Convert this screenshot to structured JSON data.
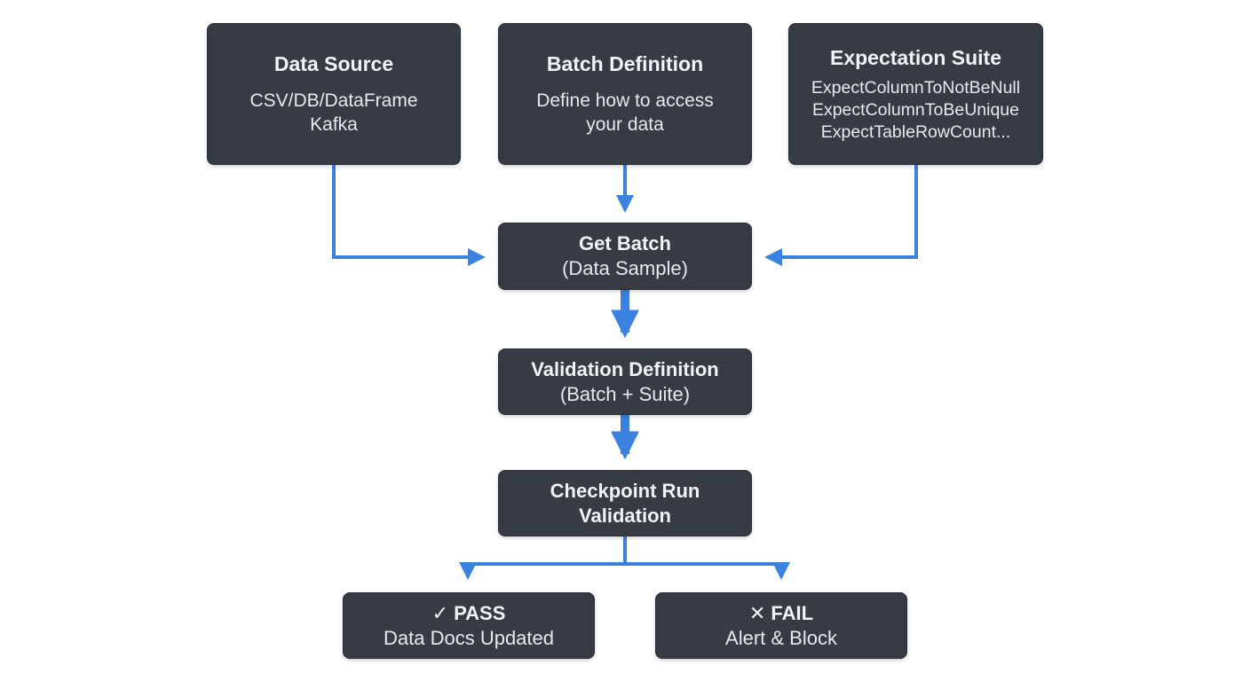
{
  "nodes": {
    "data_source": {
      "title": "Data Source",
      "lines": [
        "CSV/DB/DataFrame",
        "Kafka"
      ]
    },
    "batch_definition": {
      "title": "Batch Definition",
      "lines": [
        "Define how to access",
        "your data"
      ]
    },
    "expectation_suite": {
      "title": "Expectation Suite",
      "lines": [
        "ExpectColumnToNotBeNull",
        "ExpectColumnToBeUnique",
        "ExpectTableRowCount..."
      ]
    },
    "get_batch": {
      "title": "Get Batch",
      "lines": [
        "(Data Sample)"
      ]
    },
    "validation_definition": {
      "title": "Validation Definition",
      "lines": [
        "(Batch + Suite)"
      ]
    },
    "checkpoint": {
      "title_lines": [
        "Checkpoint Run",
        "Validation"
      ]
    },
    "pass": {
      "title": "✓ PASS",
      "lines": [
        "Data Docs Updated"
      ]
    },
    "fail": {
      "title": "✕ FAIL",
      "lines": [
        "Alert & Block"
      ]
    }
  },
  "colors": {
    "node_fill": "#363b44",
    "node_text": "#f2f4f7",
    "arrow": "#3b82e0",
    "background": "#ffffff"
  }
}
